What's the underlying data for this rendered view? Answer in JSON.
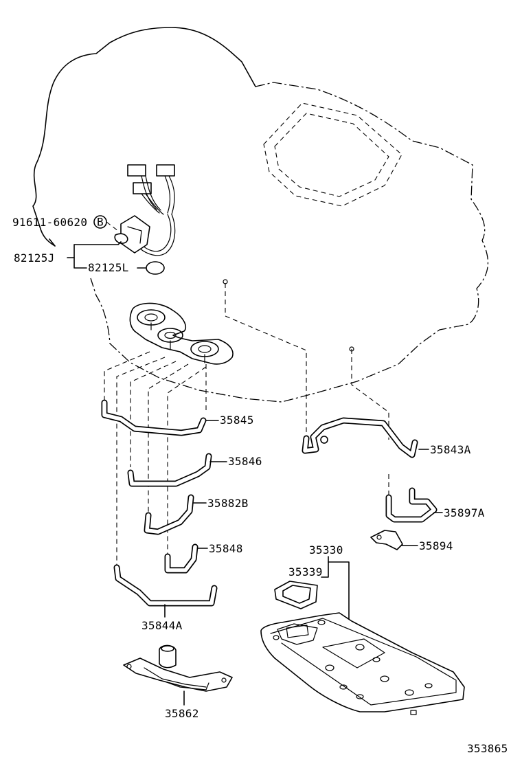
{
  "diagram": {
    "reference_code": "353865",
    "callouts": {
      "bolt": "91611-60620",
      "bolt_marker": "B",
      "harness_j": "82125J",
      "harness_l": "82125L",
      "tube_35845": "35845",
      "tube_35846": "35846",
      "tube_35882b": "35882B",
      "tube_35848": "35848",
      "tube_35844a": "35844A",
      "tube_35843a": "35843A",
      "tube_35897a": "35897A",
      "clamp_35894": "35894",
      "pan_35330": "35330",
      "gasket_35339": "35339",
      "bracket_35862": "35862"
    }
  }
}
